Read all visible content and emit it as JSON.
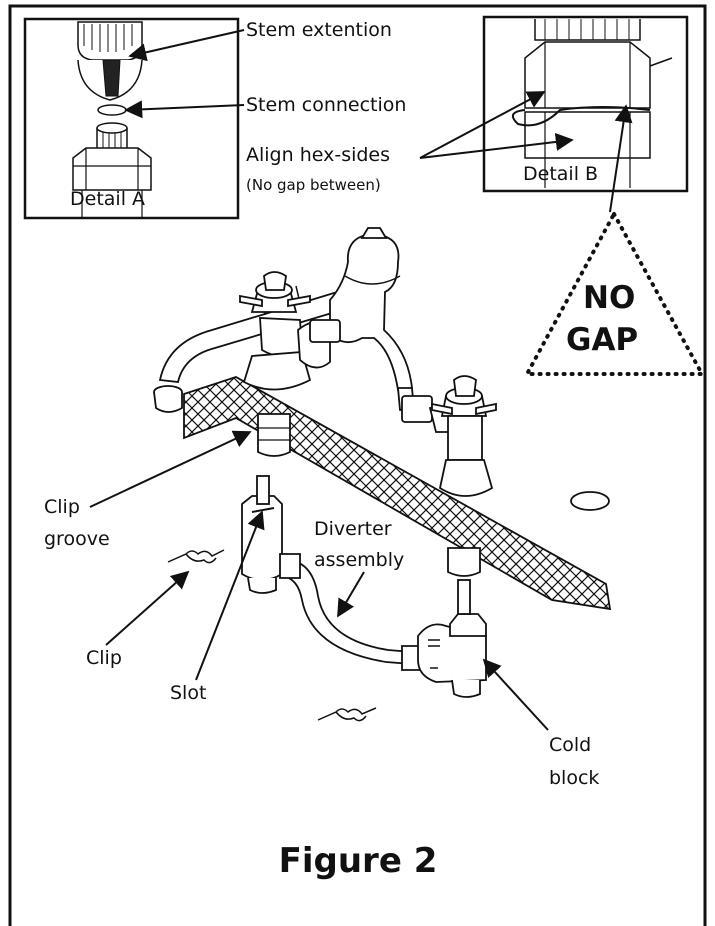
{
  "detail_a": {
    "title": "Detail A",
    "stem_extension_label": "Stem extention",
    "stem_connection_label": "Stem connection"
  },
  "detail_b": {
    "title": "Detail B",
    "align_label": "Align hex-sides",
    "align_note": "(No gap between)"
  },
  "warning": {
    "line1": "NO",
    "line2": "GAP"
  },
  "callouts": {
    "clip_groove_1": "Clip",
    "clip_groove_2": "groove",
    "diverter_1": "Diverter",
    "diverter_2": "assembly",
    "clip": "Clip",
    "slot": "Slot",
    "cold_block_1": "Cold",
    "cold_block_2": "block"
  },
  "figure_title": "Figure 2"
}
